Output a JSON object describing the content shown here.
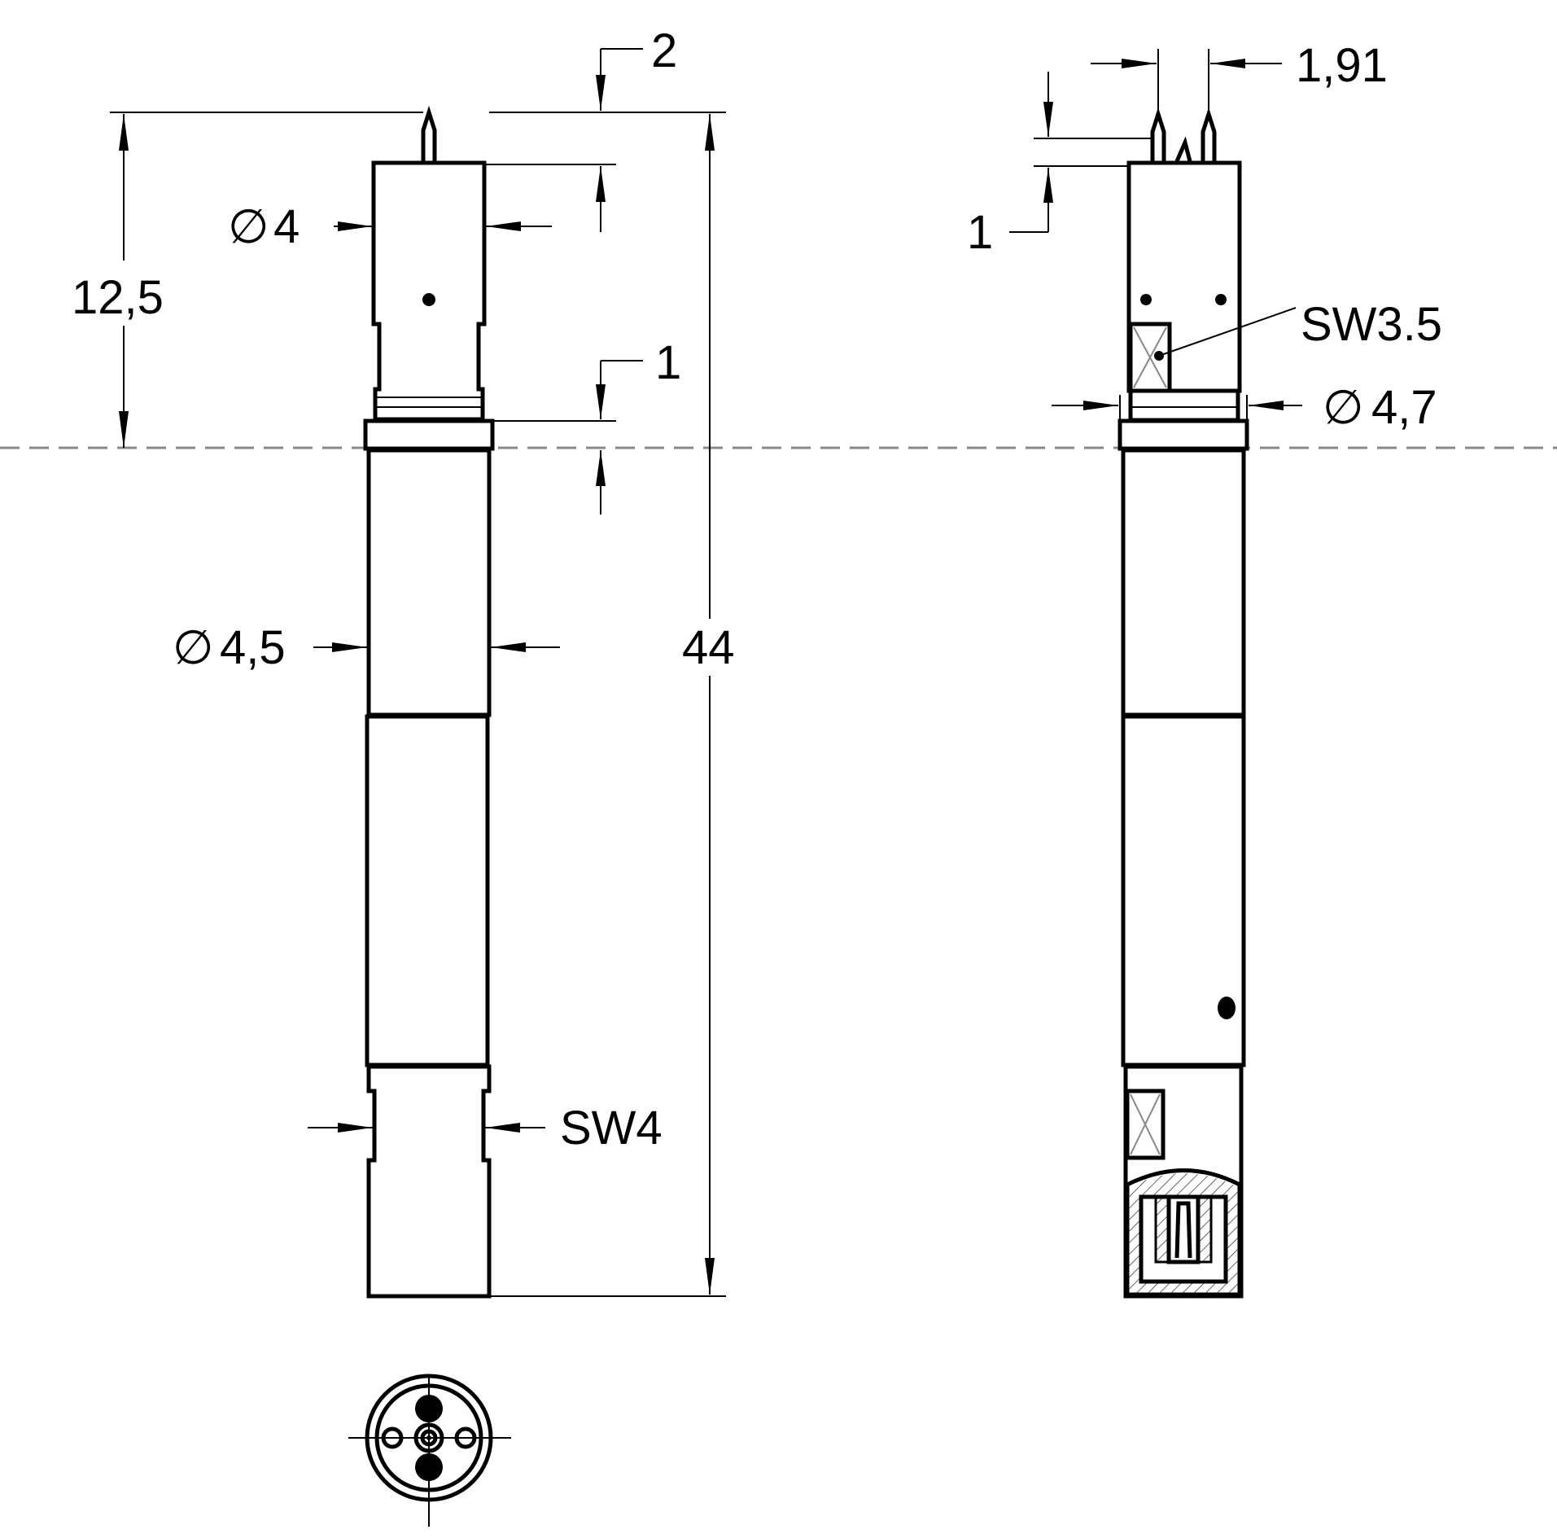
{
  "dimensions": {
    "pin_length": "2",
    "collar_height": "1",
    "head_length": "12,5",
    "head_diameter": "4",
    "body_diameter": "4,5",
    "overall_length": "44",
    "wrench_flat_bottom": "SW4",
    "pin_pitch": "1,91",
    "pin_offset": "1",
    "wrench_flat_top": "SW3.5",
    "collar_diameter": "4,7",
    "diameter_symbol": "∅"
  },
  "colors": {
    "line": "#000000",
    "center_line": "#888888",
    "background": "#ffffff"
  }
}
